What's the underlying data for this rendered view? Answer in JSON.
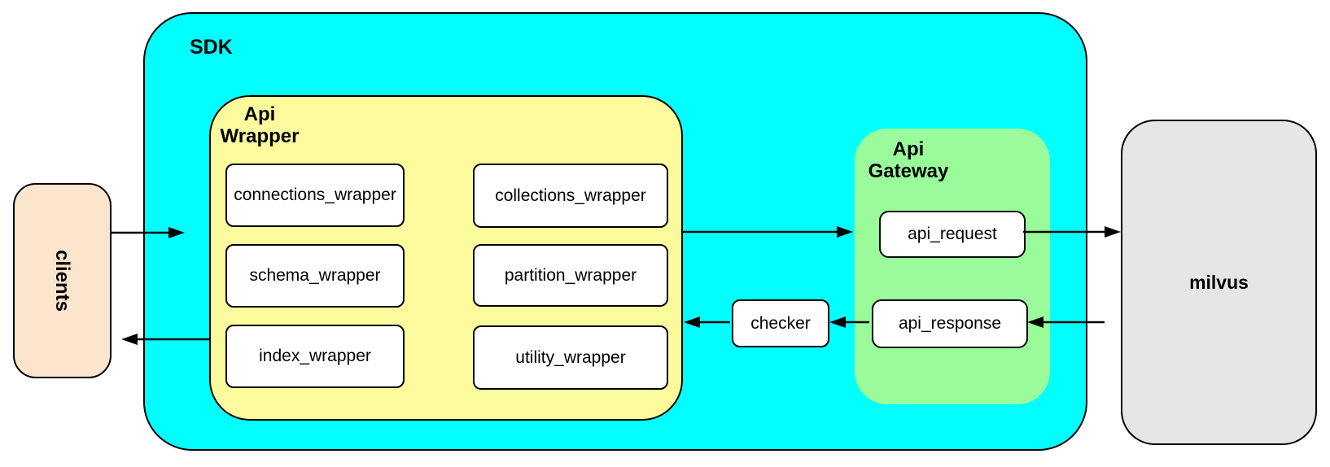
{
  "diagram": {
    "containers": {
      "sdk": {
        "label": "SDK",
        "fill": "#00FFFF"
      },
      "api_wrapper": {
        "label_lines": [
          "Api",
          "Wrapper"
        ],
        "fill": "#FBFB9D"
      },
      "api_gateway": {
        "label_lines": [
          "Api",
          "Gateway"
        ],
        "fill": "#99FB99"
      }
    },
    "nodes": {
      "clients": {
        "label": "clients",
        "fill": "#FCE5CD"
      },
      "milvus": {
        "label": "milvus",
        "fill": "#E6E6E6"
      },
      "checker": {
        "label": "checker",
        "fill": "#FFFFFF"
      },
      "api_request": {
        "label": "api_request",
        "fill": "#FFFFFF"
      },
      "api_response": {
        "label": "api_response",
        "fill": "#FFFFFF"
      }
    },
    "wrapper_modules": [
      {
        "label": "connections_wrapper"
      },
      {
        "label": "collections_wrapper"
      },
      {
        "label": "schema_wrapper"
      },
      {
        "label": "partition_wrapper"
      },
      {
        "label": "index_wrapper"
      },
      {
        "label": "utility_wrapper"
      }
    ],
    "edges": [
      {
        "from": "clients",
        "to": "sdk"
      },
      {
        "from": "sdk",
        "to": "clients"
      },
      {
        "from": "api_wrapper",
        "to": "api_gateway"
      },
      {
        "from": "api_request",
        "to": "milvus"
      },
      {
        "from": "milvus",
        "to": "api_response"
      },
      {
        "from": "api_response",
        "to": "checker"
      },
      {
        "from": "checker",
        "to": "api_wrapper"
      }
    ]
  }
}
